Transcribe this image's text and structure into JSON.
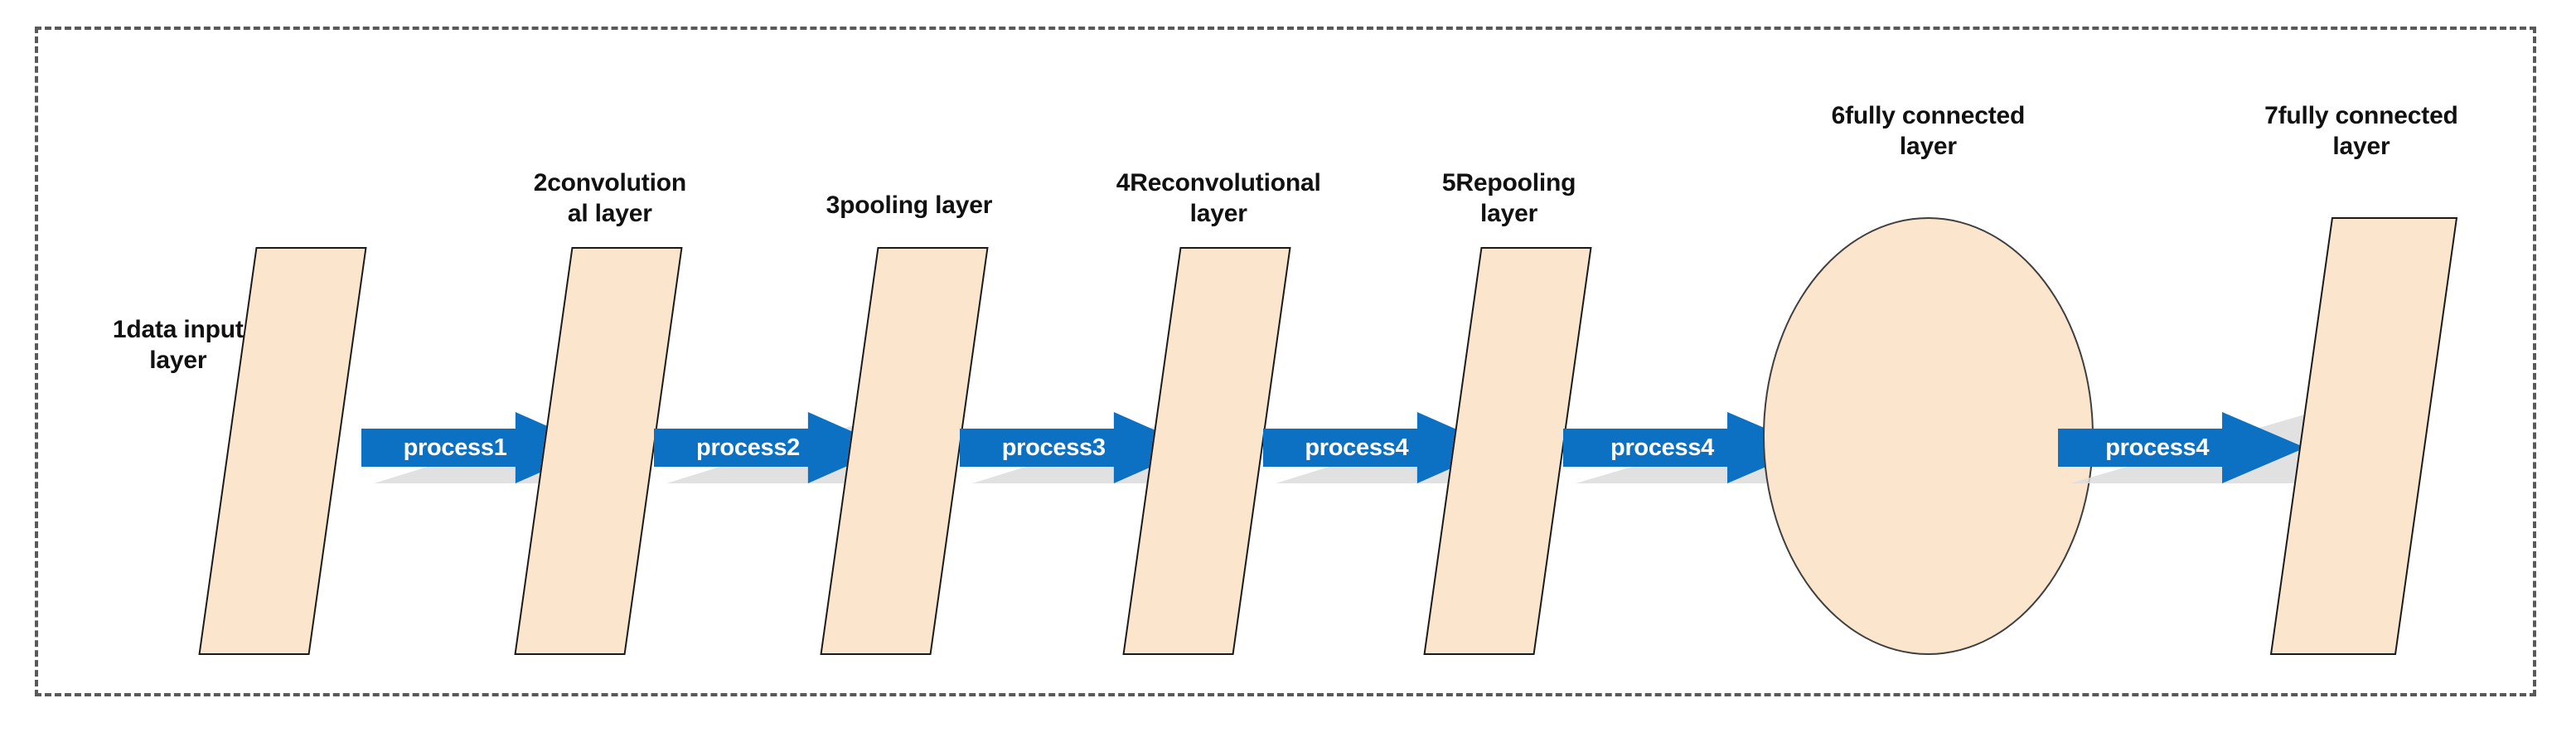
{
  "diagram": {
    "title": "CNN layer pipeline flow diagram",
    "frame": {
      "style": "dashed",
      "color": "#595959"
    },
    "palette": {
      "node_fill": "#FBE5CD",
      "node_stroke": "#1A1A1A",
      "arrow_fill": "#0C71C3",
      "arrow_text": "#FFFFFF",
      "label_text": "#111111",
      "frame_dash": "#595959",
      "background": "#FFFFFF"
    },
    "nodes": [
      {
        "id": "n1",
        "label": "1data input\nlayer",
        "shape": "parallelogram",
        "label_position": "left"
      },
      {
        "id": "n2",
        "label": "2convolution\nal layer",
        "shape": "parallelogram",
        "label_position": "top"
      },
      {
        "id": "n3",
        "label": "3pooling layer",
        "shape": "parallelogram",
        "label_position": "top"
      },
      {
        "id": "n4",
        "label": "4Reconvolutional\nlayer",
        "shape": "parallelogram",
        "label_position": "top"
      },
      {
        "id": "n5",
        "label": "5Repooling\nlayer",
        "shape": "parallelogram",
        "label_position": "top"
      },
      {
        "id": "n6",
        "label": "6fully connected\nlayer",
        "shape": "ellipse",
        "label_position": "top"
      },
      {
        "id": "n7",
        "label": "7fully connected\nlayer",
        "shape": "parallelogram",
        "label_position": "top"
      }
    ],
    "arrows": [
      {
        "id": "a1",
        "label": "process1",
        "from": "n1",
        "to": "n2"
      },
      {
        "id": "a2",
        "label": "process2",
        "from": "n2",
        "to": "n3"
      },
      {
        "id": "a3",
        "label": "process3",
        "from": "n3",
        "to": "n4"
      },
      {
        "id": "a4",
        "label": "process4",
        "from": "n4",
        "to": "n5"
      },
      {
        "id": "a5",
        "label": "process4",
        "from": "n5",
        "to": "n6"
      },
      {
        "id": "a6",
        "label": "process4",
        "from": "n6",
        "to": "n7"
      }
    ]
  }
}
